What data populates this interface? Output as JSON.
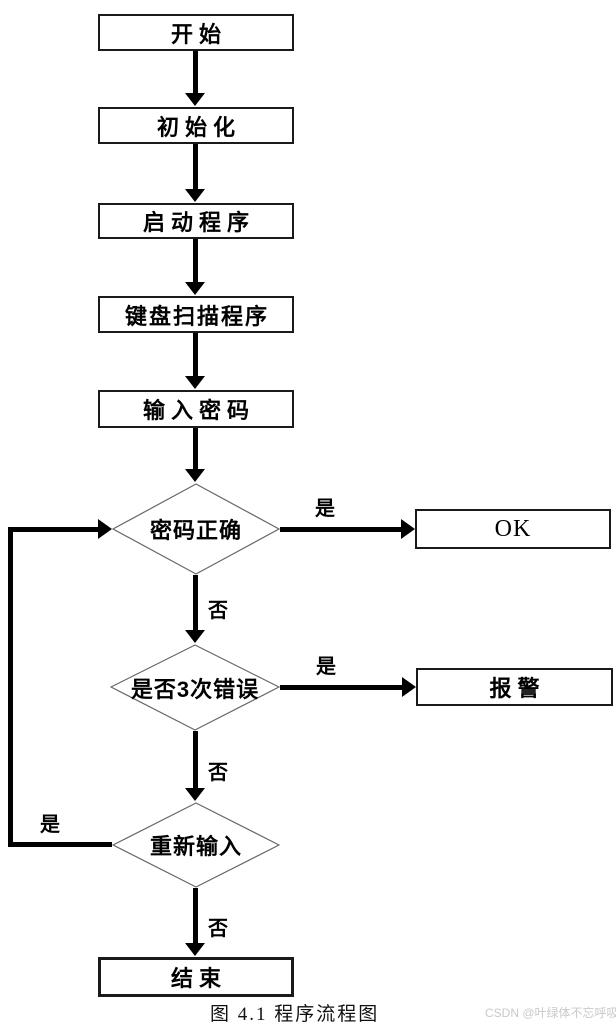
{
  "diagram": {
    "nodes": {
      "start": {
        "label": "开始",
        "type": "process"
      },
      "init": {
        "label": "初始化",
        "type": "process"
      },
      "launch": {
        "label": "启动程序",
        "type": "process"
      },
      "keyscan": {
        "label": "键盘扫描程序",
        "type": "process"
      },
      "password": {
        "label": "输入密码",
        "type": "process"
      },
      "check_password": {
        "label": "密码正确",
        "type": "decision"
      },
      "ok": {
        "label": "OK",
        "type": "process"
      },
      "three_errors": {
        "label": "是否3次错误",
        "type": "decision"
      },
      "alarm": {
        "label": "报警",
        "type": "process"
      },
      "reenter": {
        "label": "重新输入",
        "type": "decision"
      },
      "end": {
        "label": "结束",
        "type": "process"
      }
    },
    "edge_labels": {
      "check_password_yes": "是",
      "check_password_no": "否",
      "three_errors_yes": "是",
      "three_errors_no": "否",
      "reenter_yes": "是",
      "reenter_no": "否"
    },
    "caption": "图 4.1 程序流程图",
    "watermark": "CSDN @叶绿体不忘呼吸",
    "colors": {
      "line": "#000000",
      "border": "#1a1a1a",
      "diamond_stroke": "#666666",
      "watermark_text": "#c9c9c9",
      "background": "#ffffff"
    }
  }
}
